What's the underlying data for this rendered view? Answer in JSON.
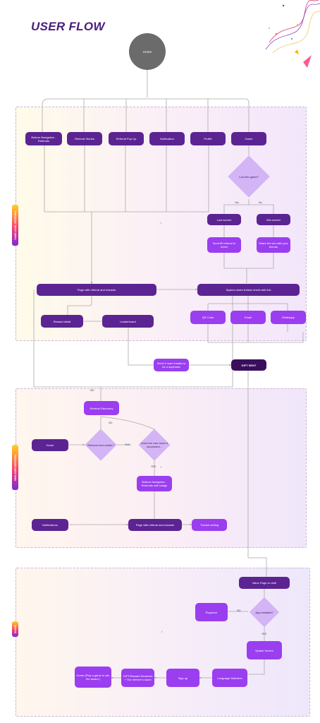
{
  "title": "USER FLOW",
  "sections": {
    "a_label": "GAME LEVEL REFERRAL",
    "b_label": "NEW USER REFERRAL",
    "c_label": "SHARE"
  },
  "nodes": {
    "home_top": "Home",
    "bottom_nav": "Bottom Navigation - Referrals",
    "referral_stories": "Referral Stories",
    "referral_popup": "Referral Pop Up",
    "notification": "Notification",
    "profile": "Profile",
    "game": "Game",
    "lost_game": "Lost the game?",
    "lost_screen": "Lost screen",
    "win_screen": "Win screen",
    "send_referral": "Send fill referral to revive",
    "share_win": "Share the win with your friends",
    "page_referral": "Page with referral and rewards",
    "system_share": "System share bottom sheet with link",
    "reward_detail": "Reward detail",
    "leaderboard": "Leaderboard",
    "qr_code": "QR Code",
    "email": "Email",
    "whatsapp": "Whatsapp",
    "send_more": "Send 3 more installs to be a superstar",
    "gift_sent": "GIFT SENT",
    "referral_discovery": "Referral Discovery",
    "home_b": "Home",
    "referral_sent": "Referral sent earlier?",
    "successful": "Does the user have a successful...",
    "bottom_nav_badge": "Bottom Navigation - Referrals with badge",
    "notifications_b": "Notifications",
    "page_referral_b": "Page with referral and rewards",
    "tutorial": "Tutorial setting",
    "value_page": "Value Page on web",
    "app_installed": "App installed?",
    "playstore": "Playstore",
    "splash": "Splash Screen",
    "language": "Language Selection",
    "signup": "Sign up",
    "gift_reward": "GIFT/Reward Received + The referrer's name",
    "home_c": "Home (Play a game to win the award )"
  },
  "edge_labels": {
    "yes1": "Yes",
    "no1": "No",
    "no_b1": "NO",
    "no_b2": "NO",
    "yes_b1": "YES",
    "yes_b2": "YES",
    "no_c": "NO",
    "yes_c": "YES",
    "mark_a": "I",
    "mark_b": "I",
    "mark_c": "I"
  },
  "colors": {
    "dark_node": "#5b2492",
    "bright_node": "#9a3ef0",
    "diamond": "#d3b4f5",
    "connector": "#a9a9a9"
  }
}
